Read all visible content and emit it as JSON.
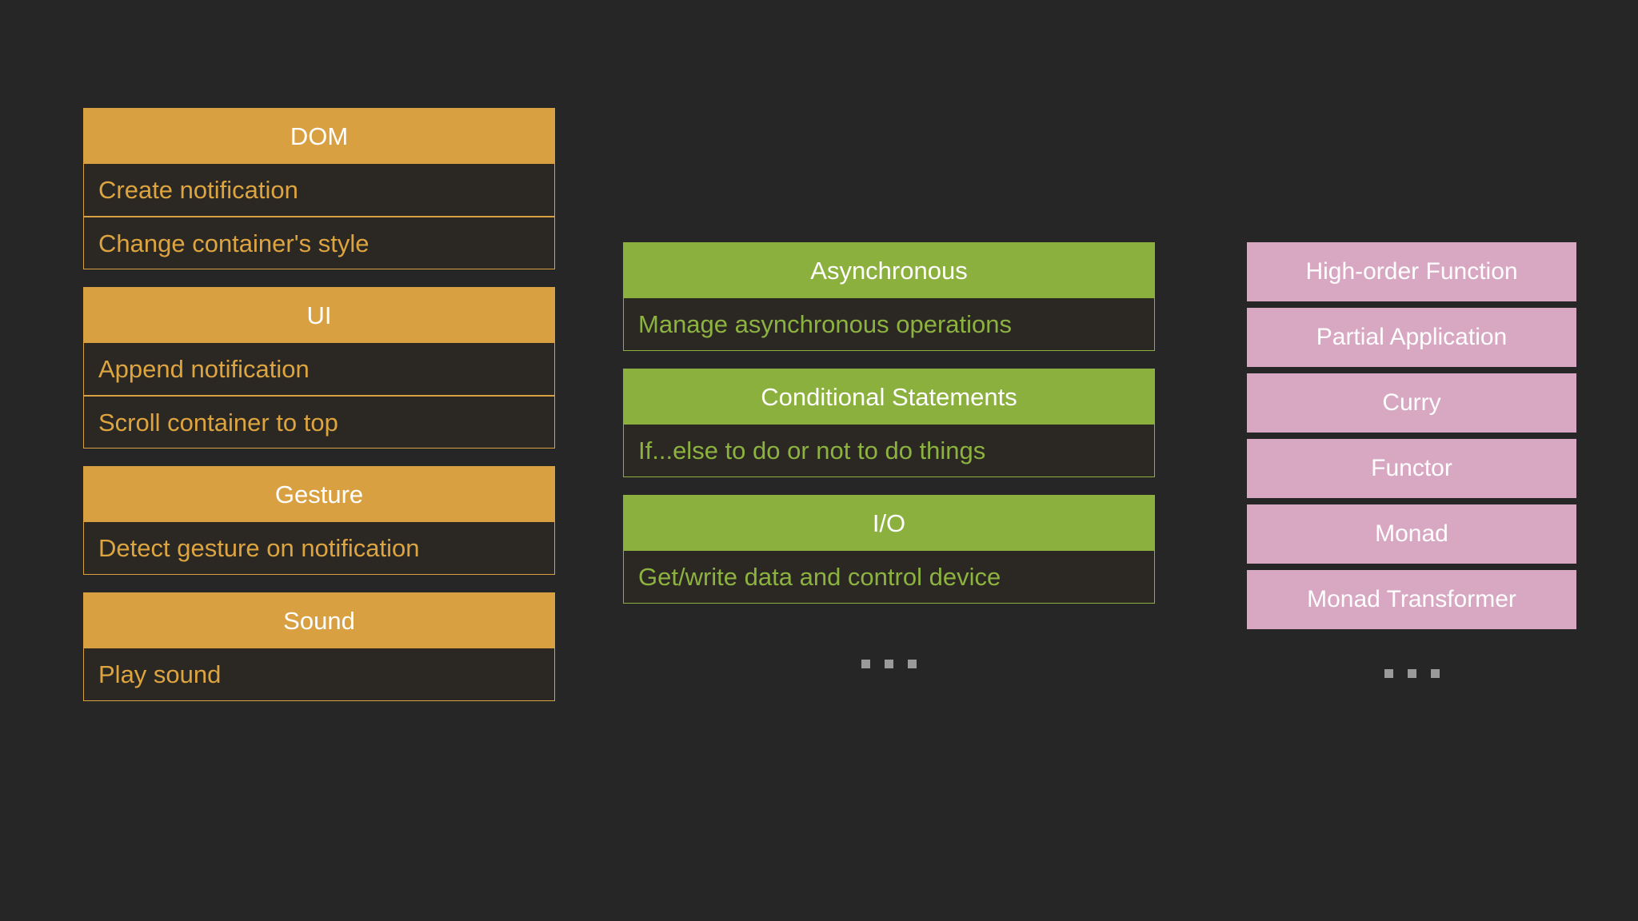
{
  "background_color": "#262626",
  "columns": [
    {
      "id": "dom",
      "name": "capabilities",
      "accent_color": "#d8a041",
      "text_color": "#dda43f",
      "header_text_color": "#ffffff",
      "groups": [
        {
          "title": "DOM",
          "items": [
            "Create notification",
            "Change container's style"
          ]
        },
        {
          "title": "UI",
          "items": [
            "Append notification",
            "Scroll container to top"
          ]
        },
        {
          "title": "Gesture",
          "items": [
            "Detect gesture on notification"
          ]
        },
        {
          "title": "Sound",
          "items": [
            "Play sound"
          ]
        }
      ]
    },
    {
      "id": "lang",
      "name": "language-constructs",
      "accent_color": "#8bb03e",
      "text_color": "#8cb23f",
      "header_text_color": "#ffffff",
      "groups": [
        {
          "title": "Asynchronous",
          "items": [
            "Manage asynchronous operations"
          ]
        },
        {
          "title": "Conditional Statements",
          "items": [
            "If...else to do or not to do things"
          ]
        },
        {
          "title": "I/O",
          "items": [
            "Get/write data and control device"
          ]
        }
      ],
      "more_indicator": "..."
    },
    {
      "id": "fp",
      "name": "functional-programming-concepts",
      "accent_color": "#d8a8c2",
      "text_color": "#ffffff",
      "chips": [
        "High-order Function",
        "Partial Application",
        "Curry",
        "Functor",
        "Monad",
        "Monad Transformer"
      ],
      "more_indicator": "..."
    }
  ],
  "ellipsis_dot_color": "#9a9a9a"
}
